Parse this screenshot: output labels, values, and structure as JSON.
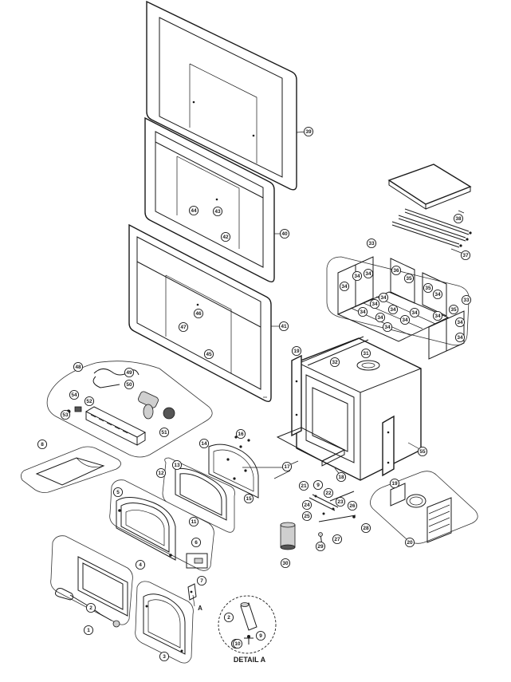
{
  "detail_title": "DETAIL A",
  "detail_marker": "A",
  "parts": [
    {
      "num": "1"
    },
    {
      "num": "2"
    },
    {
      "num": "3"
    },
    {
      "num": "4"
    },
    {
      "num": "5"
    },
    {
      "num": "6"
    },
    {
      "num": "7"
    },
    {
      "num": "8"
    },
    {
      "num": "9"
    },
    {
      "num": "10"
    },
    {
      "num": "11"
    },
    {
      "num": "12"
    },
    {
      "num": "13"
    },
    {
      "num": "14"
    },
    {
      "num": "15"
    },
    {
      "num": "16"
    },
    {
      "num": "17"
    },
    {
      "num": "18"
    },
    {
      "num": "19"
    },
    {
      "num": "19"
    },
    {
      "num": "20"
    },
    {
      "num": "21"
    },
    {
      "num": "22"
    },
    {
      "num": "23"
    },
    {
      "num": "24"
    },
    {
      "num": "25"
    },
    {
      "num": "26"
    },
    {
      "num": "27"
    },
    {
      "num": "28"
    },
    {
      "num": "29"
    },
    {
      "num": "30"
    },
    {
      "num": "31"
    },
    {
      "num": "32"
    },
    {
      "num": "33"
    },
    {
      "num": "33"
    },
    {
      "num": "34"
    },
    {
      "num": "34"
    },
    {
      "num": "34"
    },
    {
      "num": "34"
    },
    {
      "num": "34"
    },
    {
      "num": "34"
    },
    {
      "num": "34"
    },
    {
      "num": "34"
    },
    {
      "num": "34"
    },
    {
      "num": "34"
    },
    {
      "num": "34"
    },
    {
      "num": "34"
    },
    {
      "num": "34"
    },
    {
      "num": "34"
    },
    {
      "num": "34"
    },
    {
      "num": "35"
    },
    {
      "num": "35"
    },
    {
      "num": "35"
    },
    {
      "num": "36"
    },
    {
      "num": "37"
    },
    {
      "num": "38"
    },
    {
      "num": "39"
    },
    {
      "num": "40"
    },
    {
      "num": "41"
    },
    {
      "num": "42"
    },
    {
      "num": "43"
    },
    {
      "num": "44"
    },
    {
      "num": "45"
    },
    {
      "num": "46"
    },
    {
      "num": "47"
    },
    {
      "num": "48"
    },
    {
      "num": "49"
    },
    {
      "num": "50"
    },
    {
      "num": "51"
    },
    {
      "num": "52"
    },
    {
      "num": "53"
    },
    {
      "num": "54"
    },
    {
      "num": "55"
    },
    {
      "num": "2"
    },
    {
      "num": "9"
    },
    {
      "num": "10"
    }
  ]
}
